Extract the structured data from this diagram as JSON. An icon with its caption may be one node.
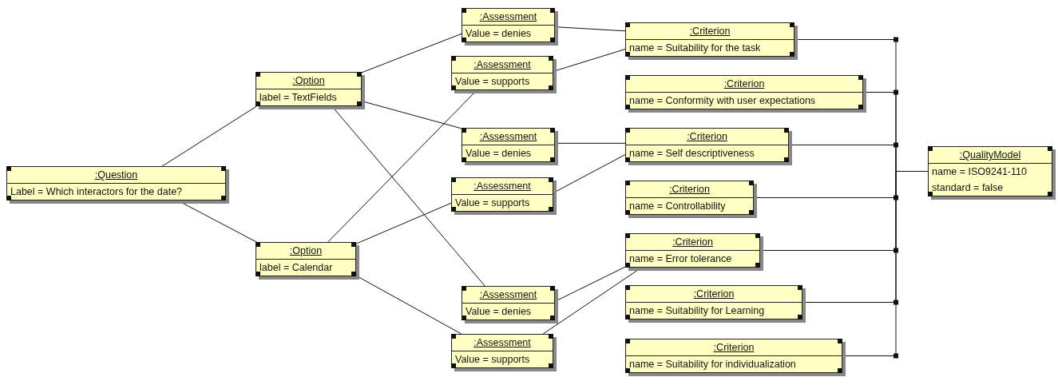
{
  "diagram": {
    "nodes": [
      {
        "text": [
          ":Question",
          "Label = Which interactors for the date?"
        ]
      },
      {
        "text": [
          ":Option",
          "label = TextFields"
        ]
      },
      {
        "text": [
          ":Option",
          "label = Calendar"
        ]
      },
      {
        "text": [
          ":Assessment",
          "Value = denies"
        ]
      },
      {
        "text": [
          ":Assessment",
          "Value = supports"
        ]
      },
      {
        "text": [
          ":Assessment",
          "Value = denies"
        ]
      },
      {
        "text": [
          ":Assessment",
          "Value = supports"
        ]
      },
      {
        "text": [
          ":Assessment",
          "Value = denies"
        ]
      },
      {
        "text": [
          ":Assessment",
          "Value = supports"
        ]
      },
      {
        "text": [
          ":Criterion",
          "name = Suitability for the task"
        ]
      },
      {
        "text": [
          ":Criterion",
          "name = Conformity with user expectations"
        ]
      },
      {
        "text": [
          ":Criterion",
          "name = Self descriptiveness"
        ]
      },
      {
        "text": [
          ":Criterion",
          "name = Controllability"
        ]
      },
      {
        "text": [
          ":Criterion",
          "name = Error tolerance"
        ]
      },
      {
        "text": [
          ":Criterion",
          "name = Suitability for Learning"
        ]
      },
      {
        "text": [
          ":Criterion",
          "name = Suitability for individualization"
        ]
      },
      {
        "text": [
          ":QualityModel",
          "name = ISO9241-110",
          "standard = false"
        ]
      }
    ],
    "edges": [
      {
        "from": 0,
        "to": 1,
        "arrow": "none"
      },
      {
        "from": 0,
        "to": 2,
        "arrow": "none"
      },
      {
        "from": 1,
        "to": 3,
        "arrow": "none"
      },
      {
        "from": 1,
        "to": 5,
        "arrow": "none"
      },
      {
        "from": 1,
        "to": 7,
        "arrow": "none"
      },
      {
        "from": 2,
        "to": 4,
        "arrow": "none"
      },
      {
        "from": 2,
        "to": 6,
        "arrow": "none"
      },
      {
        "from": 2,
        "to": 8,
        "arrow": "none"
      },
      {
        "from": 3,
        "to": 9,
        "arrow": "none"
      },
      {
        "from": 4,
        "to": 9,
        "arrow": "none"
      },
      {
        "from": 5,
        "to": 11,
        "arrow": "none"
      },
      {
        "from": 6,
        "to": 11,
        "arrow": "none"
      },
      {
        "from": 7,
        "to": 13,
        "arrow": "none"
      },
      {
        "from": 8,
        "to": 13,
        "arrow": "none"
      },
      {
        "from": 9,
        "to": 16,
        "arrow": "none"
      },
      {
        "from": 10,
        "to": 16,
        "arrow": "none"
      },
      {
        "from": 11,
        "to": 16,
        "arrow": "none"
      },
      {
        "from": 12,
        "to": 16,
        "arrow": "none"
      },
      {
        "from": 13,
        "to": 16,
        "arrow": "none"
      },
      {
        "from": 14,
        "to": 16,
        "arrow": "none"
      },
      {
        "from": 15,
        "to": 16,
        "arrow": "none"
      }
    ]
  }
}
